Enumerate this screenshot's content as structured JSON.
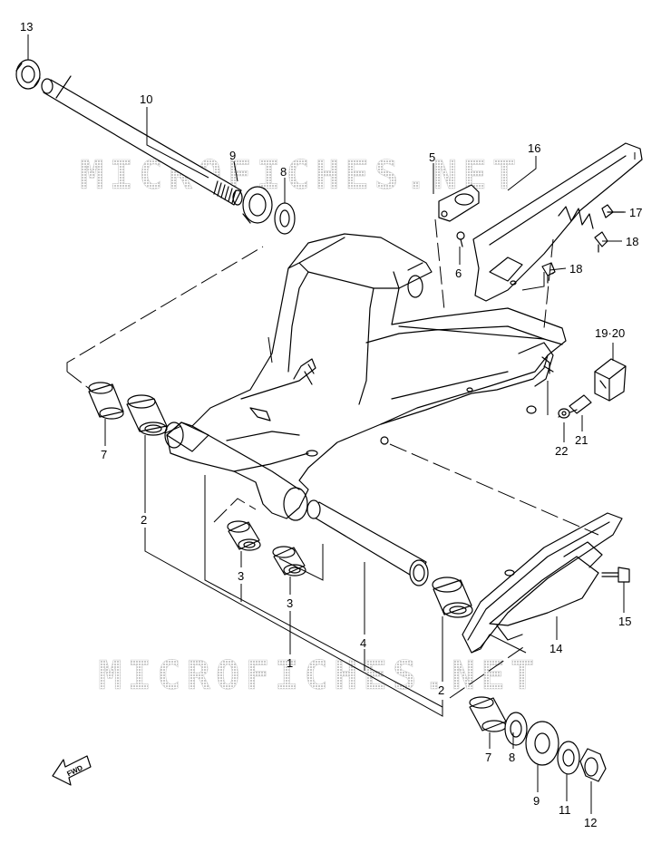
{
  "watermark": "MICROFICHES.NET",
  "fwd_label": "FWD",
  "callouts": {
    "c1": "1",
    "c2a": "2",
    "c2b": "2",
    "c3a": "3",
    "c3b": "3",
    "c4": "4",
    "c5": "5",
    "c6": "6",
    "c7a": "7",
    "c7b": "7",
    "c8a": "8",
    "c8b": "8",
    "c9a": "9",
    "c9b": "9",
    "c10": "10",
    "c11": "11",
    "c12": "12",
    "c13": "13",
    "c14": "14",
    "c15": "15",
    "c16": "16",
    "c17": "17",
    "c18a": "18",
    "c18b": "18",
    "c1920": "19·20",
    "c21": "21",
    "c22": "22"
  }
}
